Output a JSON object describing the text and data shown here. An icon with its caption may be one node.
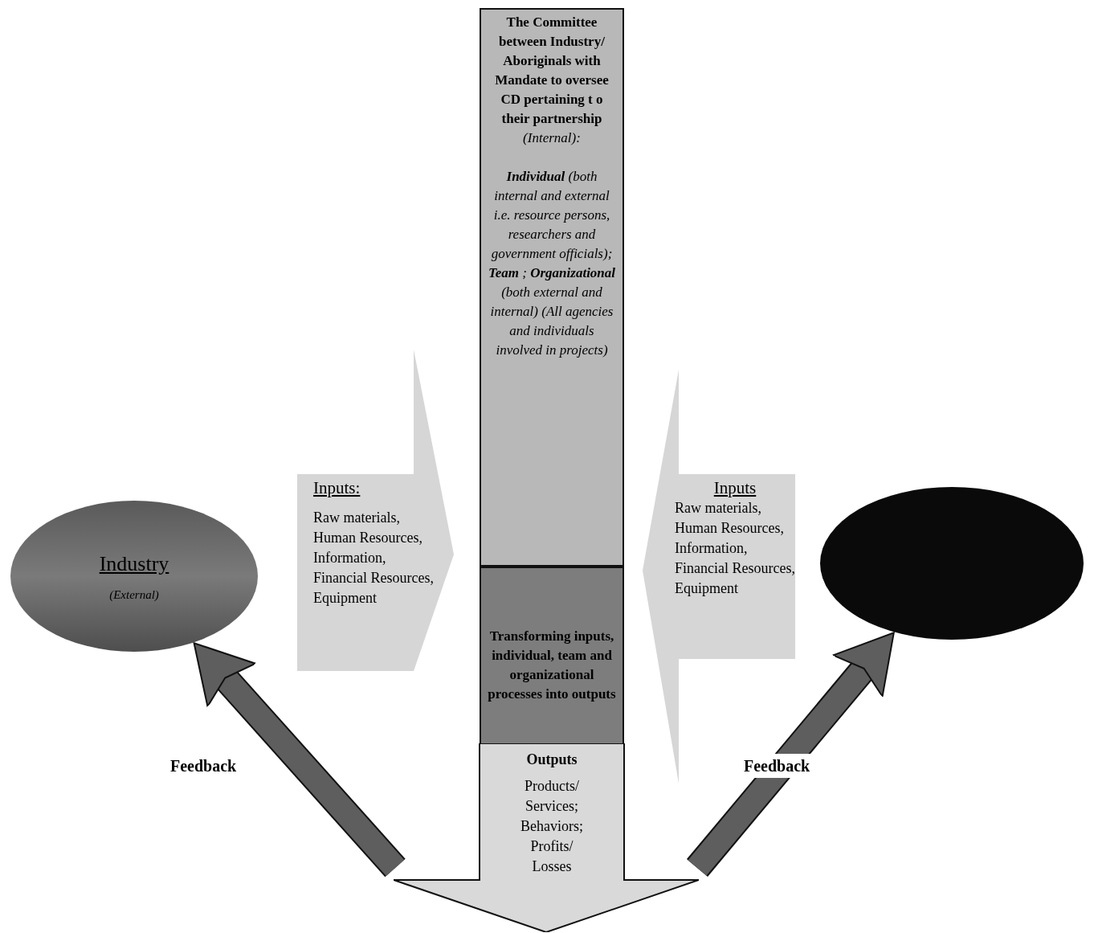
{
  "diagram": {
    "nodes": [
      {
        "text": [
          "**The Committee between Industry/ Aboriginals with Mandate to oversee CD pertaining t o their partnership** *(Internal):*",
          "**Individual** (both internal and external i.e. resource persons, researchers and government officials); **Team** ; **Organizational** (both external and internal) (All agencies and individuals involved in projects)"
        ]
      },
      {
        "text": [
          "Transforming inputs, individual, team and organizational processes into outputs"
        ]
      },
      {
        "text": [
          "Outputs",
          "Products/ Services; Behaviors; Profits/ Losses"
        ]
      },
      {
        "text": [
          "Industry",
          "(External)"
        ]
      },
      {
        "text": [
          "Inputs:",
          "Raw materials, Human Resources, Information, Financial Resources, Equipment"
        ]
      },
      {
        "text": [
          "Inputs",
          "Raw materials, Human Resources, Information, Financial Resources, Equipment"
        ]
      },
      {
        "text": [],
        "shape": "ellipse"
      }
    ],
    "edges": [
      {
        "from": 2,
        "to": 3,
        "arrow": "to",
        "label": "Feedback"
      },
      {
        "from": 2,
        "to": 6,
        "arrow": "to",
        "label": "Feedback"
      }
    ]
  }
}
